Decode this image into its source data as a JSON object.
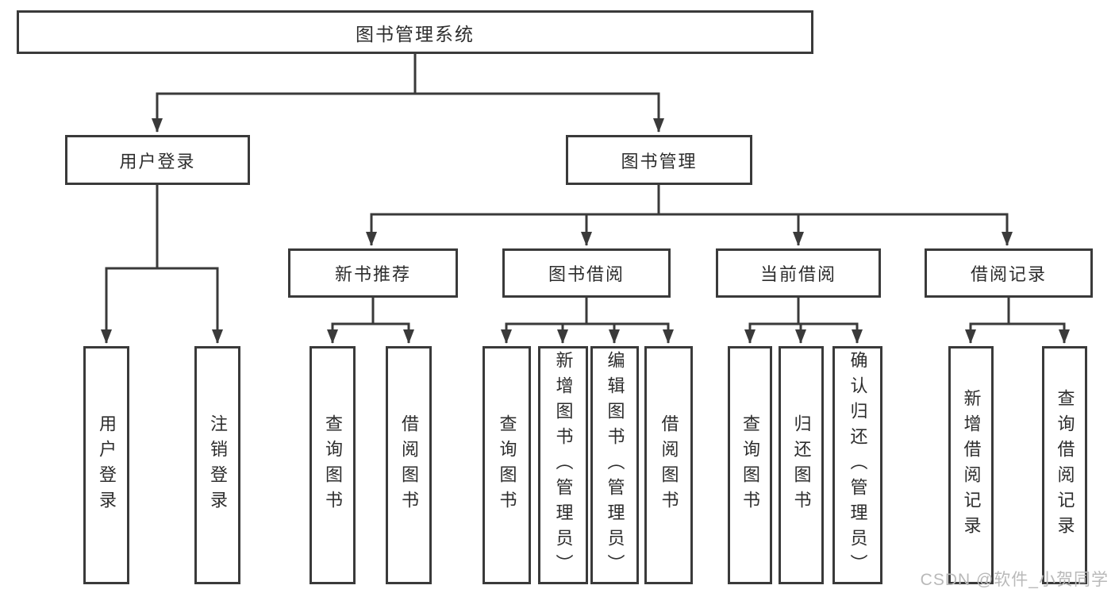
{
  "diagram": {
    "root": {
      "label": "图书管理系统"
    },
    "branches": [
      {
        "label": "用户登录",
        "children": [
          {
            "label": "用户登录"
          },
          {
            "label": "注销登录"
          }
        ]
      },
      {
        "label": "图书管理",
        "children": [
          {
            "label": "新书推荐",
            "children": [
              {
                "label": "查询图书"
              },
              {
                "label": "借阅图书"
              }
            ]
          },
          {
            "label": "图书借阅",
            "children": [
              {
                "label": "查询图书"
              },
              {
                "label": "新增图书（管理员）"
              },
              {
                "label": "编辑图书（管理员）"
              },
              {
                "label": "借阅图书"
              }
            ]
          },
          {
            "label": "当前借阅",
            "children": [
              {
                "label": "查询图书"
              },
              {
                "label": "归还图书"
              },
              {
                "label": "确认归还（管理员）"
              }
            ]
          },
          {
            "label": "借阅记录",
            "children": [
              {
                "label": "新增借阅记录"
              },
              {
                "label": "查询借阅记录"
              }
            ]
          }
        ]
      }
    ]
  },
  "watermark": {
    "text": "CSDN @软件_小贺同学"
  },
  "colors": {
    "line": "#3a3a3a",
    "text": "#2d2d2d",
    "box_background": "#ffffff",
    "watermark": "#b9b9b9"
  }
}
